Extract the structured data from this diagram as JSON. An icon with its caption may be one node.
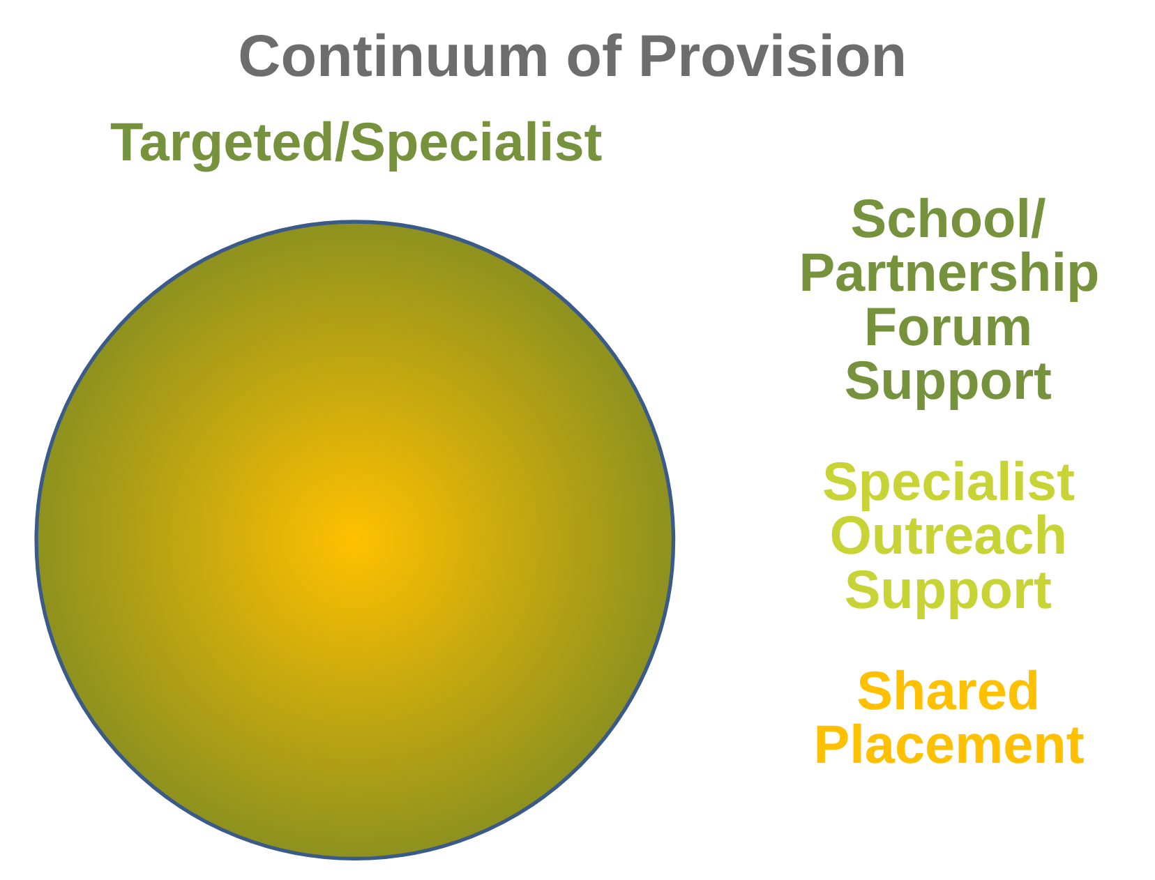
{
  "diagram": {
    "title": "Continuum of Provision",
    "nodes": [
      {
        "text": [],
        "shape": "circle"
      }
    ],
    "edges": [],
    "labels": [
      "Targeted/Specialist",
      "School/ Partnership Forum Support",
      "Specialist Outreach Support",
      "Shared Placement"
    ]
  }
}
